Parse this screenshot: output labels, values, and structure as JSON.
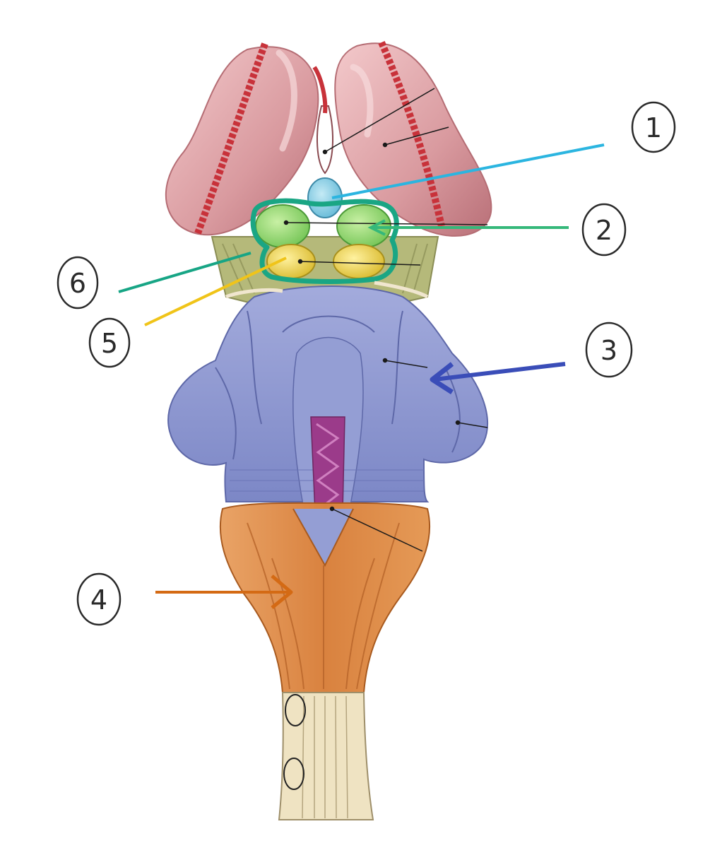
{
  "labels": [
    {
      "id": "1",
      "text": "1",
      "color": "#2bb5e0"
    },
    {
      "id": "2",
      "text": "2",
      "color": "#35b87a"
    },
    {
      "id": "3",
      "text": "3",
      "color": "#3a4db8"
    },
    {
      "id": "4",
      "text": "4",
      "color": "#d46a14"
    },
    {
      "id": "5",
      "text": "5",
      "color": "#f0c419"
    },
    {
      "id": "6",
      "text": "6",
      "color": "#17a585"
    }
  ],
  "colors": {
    "thalamus": "#e0a3a8",
    "thalamus_dark": "#c97f86",
    "vessel": "#c8323a",
    "pineal": "#7cc7e0",
    "superior_colliculi": "#8fd86b",
    "inferior_colliculi": "#e8d04a",
    "midbrain_outline": "#1aa684",
    "cerebellar_peduncles": "#8d97cf",
    "medulla": "#dd8a4a",
    "spinal_cord": "#efe3c2",
    "choroid": "#9b3b8a"
  }
}
